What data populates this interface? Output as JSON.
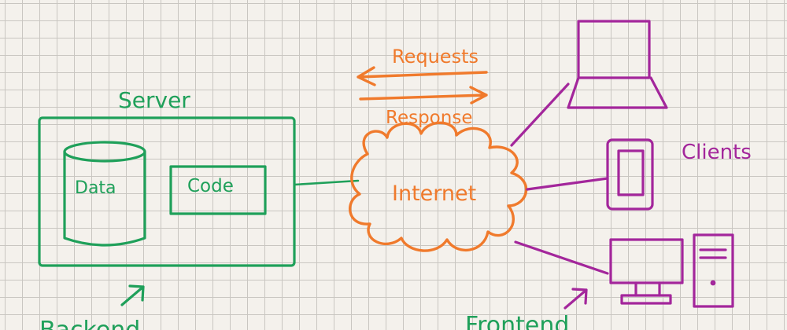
{
  "diagram": {
    "server": {
      "title": "Server",
      "database_label": "Data",
      "code_label": "Code",
      "color": "#1fa05a"
    },
    "network": {
      "cloud_label": "Internet",
      "requests_label": "Requests",
      "response_label": "Response",
      "color": "#f07a2c"
    },
    "clients": {
      "title": "Clients",
      "color": "#a3269b",
      "devices": [
        "laptop-icon",
        "tablet-icon",
        "desktop-icon"
      ]
    },
    "annotations": {
      "backend_label": "Backend",
      "frontend_label": "Frontend"
    }
  }
}
